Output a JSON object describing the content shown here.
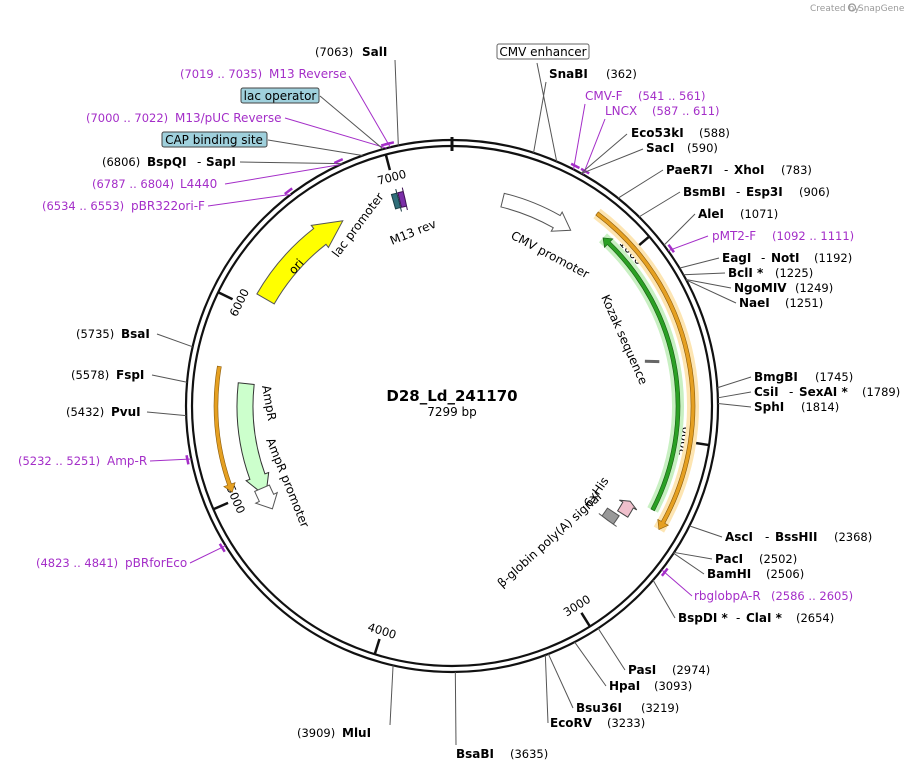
{
  "watermark": {
    "prefix": "Created by",
    "brand": "SnapGene"
  },
  "plasmid": {
    "name": "D28_Ld_241170",
    "length_label": "7299 bp",
    "length": 7299
  },
  "colors": {
    "ori": "#ffff00",
    "ampr": "#ccffcc",
    "orange": "#e5a022",
    "green": "#2aa024",
    "primer": "#a42ec8",
    "feature_box": "#9fd0dc"
  },
  "axis_ticks": [
    {
      "pos": 1000,
      "label": "1000"
    },
    {
      "pos": 2000,
      "label": "2000"
    },
    {
      "pos": 3000,
      "label": "3000"
    },
    {
      "pos": 4000,
      "label": "4000"
    },
    {
      "pos": 5000,
      "label": "5000"
    },
    {
      "pos": 6000,
      "label": "6000"
    },
    {
      "pos": 7000,
      "label": "7000"
    }
  ],
  "sites": [
    {
      "names": [
        "SalI"
      ],
      "pos_label": "(7063)",
      "pos": 7063
    },
    {
      "names": [
        "SnaBI"
      ],
      "pos_label": "(362)",
      "pos": 362
    },
    {
      "names": [
        "Eco53kI"
      ],
      "pos_label": "(588)",
      "pos": 588
    },
    {
      "names": [
        "SacI"
      ],
      "pos_label": "(590)",
      "pos": 590
    },
    {
      "names": [
        "PaeR7I",
        "XhoI"
      ],
      "pos_label": "(783)",
      "pos": 783
    },
    {
      "names": [
        "BsmBI",
        "Esp3I"
      ],
      "pos_label": "(906)",
      "pos": 906
    },
    {
      "names": [
        "AleI"
      ],
      "pos_label": "(1071)",
      "pos": 1071
    },
    {
      "names": [
        "EagI",
        "NotI"
      ],
      "pos_label": "(1192)",
      "pos": 1192
    },
    {
      "names": [
        "BclI *"
      ],
      "pos_label": "(1225)",
      "pos": 1225
    },
    {
      "names": [
        "NgoMIV"
      ],
      "pos_label": "(1249)",
      "pos": 1249
    },
    {
      "names": [
        "NaeI"
      ],
      "pos_label": "(1251)",
      "pos": 1251
    },
    {
      "names": [
        "BmgBI"
      ],
      "pos_label": "(1745)",
      "pos": 1745
    },
    {
      "names": [
        "CsiI",
        "SexAI *"
      ],
      "pos_label": "(1789)",
      "pos": 1789
    },
    {
      "names": [
        "SphI"
      ],
      "pos_label": "(1814)",
      "pos": 1814
    },
    {
      "names": [
        "AscI",
        "BssHII"
      ],
      "pos_label": "(2368)",
      "pos": 2368
    },
    {
      "names": [
        "PacI"
      ],
      "pos_label": "(2502)",
      "pos": 2502
    },
    {
      "names": [
        "BamHI"
      ],
      "pos_label": "(2506)",
      "pos": 2506
    },
    {
      "names": [
        "BspDI *",
        "ClaI *"
      ],
      "pos_label": "(2654)",
      "pos": 2654
    },
    {
      "names": [
        "PasI"
      ],
      "pos_label": "(2974)",
      "pos": 2974
    },
    {
      "names": [
        "HpaI"
      ],
      "pos_label": "(3093)",
      "pos": 3093
    },
    {
      "names": [
        "Bsu36I"
      ],
      "pos_label": "(3219)",
      "pos": 3219
    },
    {
      "names": [
        "EcoRV"
      ],
      "pos_label": "(3233)",
      "pos": 3233
    },
    {
      "names": [
        "BsaBI"
      ],
      "pos_label": "(3635)",
      "pos": 3635
    },
    {
      "names": [
        "MluI"
      ],
      "pos_label": "(3909)",
      "pos": 3909
    },
    {
      "names": [
        "PvuI"
      ],
      "pos_label": "(5432)",
      "pos": 5432
    },
    {
      "names": [
        "FspI"
      ],
      "pos_label": "(5578)",
      "pos": 5578
    },
    {
      "names": [
        "BsaI"
      ],
      "pos_label": "(5735)",
      "pos": 5735
    },
    {
      "names": [
        "BspQI",
        "SapI"
      ],
      "pos_label": "(6806)",
      "pos": 6806
    }
  ],
  "primers": [
    {
      "name": "M13 Reverse",
      "range": "(7019 .. 7035)"
    },
    {
      "name": "M13/pUC Reverse",
      "range": "(7000 .. 7022)"
    },
    {
      "name": "L4440",
      "range": "(6787 .. 6804)"
    },
    {
      "name": "pBR322ori-F",
      "range": "(6534 .. 6553)"
    },
    {
      "name": "CMV-F",
      "range": "(541 .. 561)"
    },
    {
      "name": "LNCX",
      "range": "(587 .. 611)"
    },
    {
      "name": "pMT2-F",
      "range": "(1092 .. 1111)"
    },
    {
      "name": "rbglobpA-R",
      "range": "(2586 .. 2605)"
    },
    {
      "name": "Amp-R",
      "range": "(5232 .. 5251)"
    },
    {
      "name": "pBRforEco",
      "range": "(4823 .. 4841)"
    }
  ],
  "boxed_features": [
    "CMV enhancer",
    "lac operator",
    "CAP binding site"
  ],
  "features": {
    "cmv_promoter": "CMV promoter",
    "kozak": "Kozak sequence",
    "his": "6xHis",
    "bglobin": "β-globin poly(A) signal",
    "ampr": "AmpR",
    "ampr_promoter": "AmpR promoter",
    "ori": "ori",
    "lac_promoter": "lac promoter",
    "m13_rev": "M13 rev"
  }
}
